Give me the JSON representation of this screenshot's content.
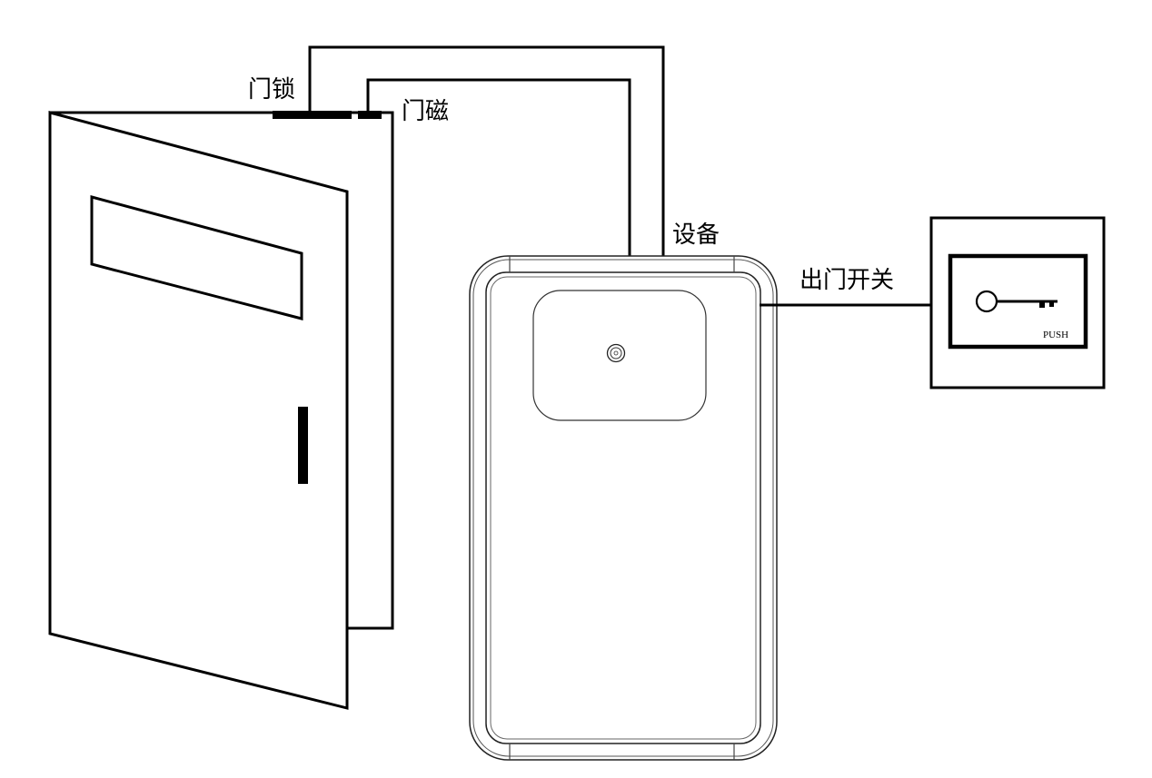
{
  "labels": {
    "door_lock": "门锁",
    "door_magnet": "门磁",
    "device": "设备",
    "exit_switch": "出门开关",
    "push": "PUSH"
  },
  "colors": {
    "line": "#000000",
    "background": "#ffffff",
    "device_outline": "#333333"
  },
  "icons": {
    "exit_button": "key-icon",
    "reader": "camera-lens-icon"
  }
}
